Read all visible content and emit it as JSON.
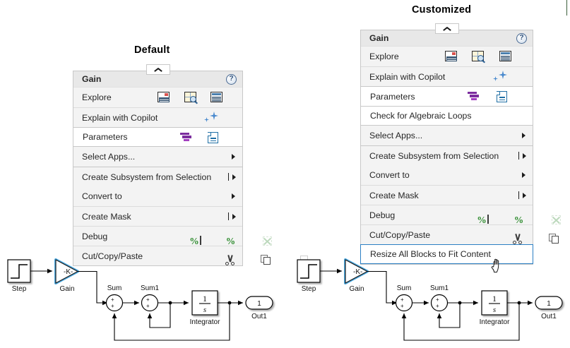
{
  "page": {
    "title_left": "Default",
    "title_right": "Customized",
    "accent_blue": "#2b7fc4",
    "menu_bg": "#f3f3f3",
    "menu_border": "#c8c8c8",
    "header_bg": "#e8e8e8",
    "purple": "#7b2d9e",
    "green": "#2e8b2e",
    "doc_blue": "#1f6fa5",
    "edge_rule_color": "#3b5e3b"
  },
  "menus": {
    "default": {
      "title": "Gain",
      "help_glyph": "?",
      "collapse_icon": "chevron-up-icon",
      "rows": [
        {
          "label": "Explore",
          "kind": "icons",
          "icons": [
            "model-explorer-icon",
            "library-browser-icon",
            "block-parameters-icon"
          ]
        },
        {
          "label": "Explain with Copilot",
          "kind": "icons",
          "icons": [
            "copilot-sparkle-icon"
          ]
        },
        {
          "label": "Parameters",
          "kind": "icons",
          "icons": [
            "parameters-stack-icon",
            "properties-document-icon"
          ],
          "boxed": true
        },
        {
          "label": "Select Apps...",
          "kind": "submenu",
          "arrow": "arrow-right-icon"
        },
        {
          "label": "Create Subsystem from Selection",
          "kind": "split",
          "arrow": "arrow-right-split-icon"
        },
        {
          "label": "Convert to",
          "kind": "submenu",
          "arrow": "arrow-right-icon"
        },
        {
          "label": "Create Mask",
          "kind": "split",
          "arrow": "arrow-right-split-icon"
        },
        {
          "label": "Debug",
          "kind": "icons",
          "icons": [
            "set-breakpoint-icon",
            "step-over-icon",
            "clear-breakpoints-icon"
          ]
        },
        {
          "label": "Cut/Copy/Paste",
          "kind": "icons",
          "icons": [
            "cut-icon",
            "copy-icon",
            "paste-icon"
          ]
        }
      ]
    },
    "customized": {
      "title": "Gain",
      "help_glyph": "?",
      "collapse_icon": "chevron-up-icon",
      "rows": [
        {
          "label": "Explore",
          "kind": "icons",
          "icons": [
            "model-explorer-icon",
            "library-browser-icon",
            "block-parameters-icon"
          ]
        },
        {
          "label": "Explain with Copilot",
          "kind": "icons",
          "icons": [
            "copilot-sparkle-icon"
          ]
        },
        {
          "label": "Parameters",
          "kind": "icons",
          "icons": [
            "parameters-stack-icon",
            "properties-document-icon"
          ],
          "boxed": true
        },
        {
          "label": "Check for Algebraic Loops",
          "kind": "plain",
          "boxed": true
        },
        {
          "label": "Select Apps...",
          "kind": "submenu",
          "arrow": "arrow-right-icon"
        },
        {
          "label": "Create Subsystem from Selection",
          "kind": "split",
          "arrow": "arrow-right-split-icon"
        },
        {
          "label": "Convert to",
          "kind": "submenu",
          "arrow": "arrow-right-icon"
        },
        {
          "label": "Create Mask",
          "kind": "split",
          "arrow": "arrow-right-split-icon"
        },
        {
          "label": "Debug",
          "kind": "icons",
          "icons": [
            "set-breakpoint-icon",
            "step-over-icon",
            "clear-breakpoints-icon"
          ]
        },
        {
          "label": "Cut/Copy/Paste",
          "kind": "icons",
          "icons": [
            "cut-icon",
            "copy-icon",
            "paste-icon"
          ]
        },
        {
          "label": "Resize All Blocks to Fit Content",
          "kind": "plain",
          "highlight": true
        }
      ]
    }
  },
  "diagram": {
    "blocks": {
      "step": "Step",
      "gain": "Gain",
      "gain_value": "-K-",
      "sum": "Sum",
      "sum1": "Sum1",
      "integrator": "Integrator",
      "integrator_num": "1",
      "integrator_den": "s",
      "out": "Out1",
      "out_port": "1",
      "sum_sign_top": "+",
      "sum_sign_bottom": "+"
    }
  }
}
